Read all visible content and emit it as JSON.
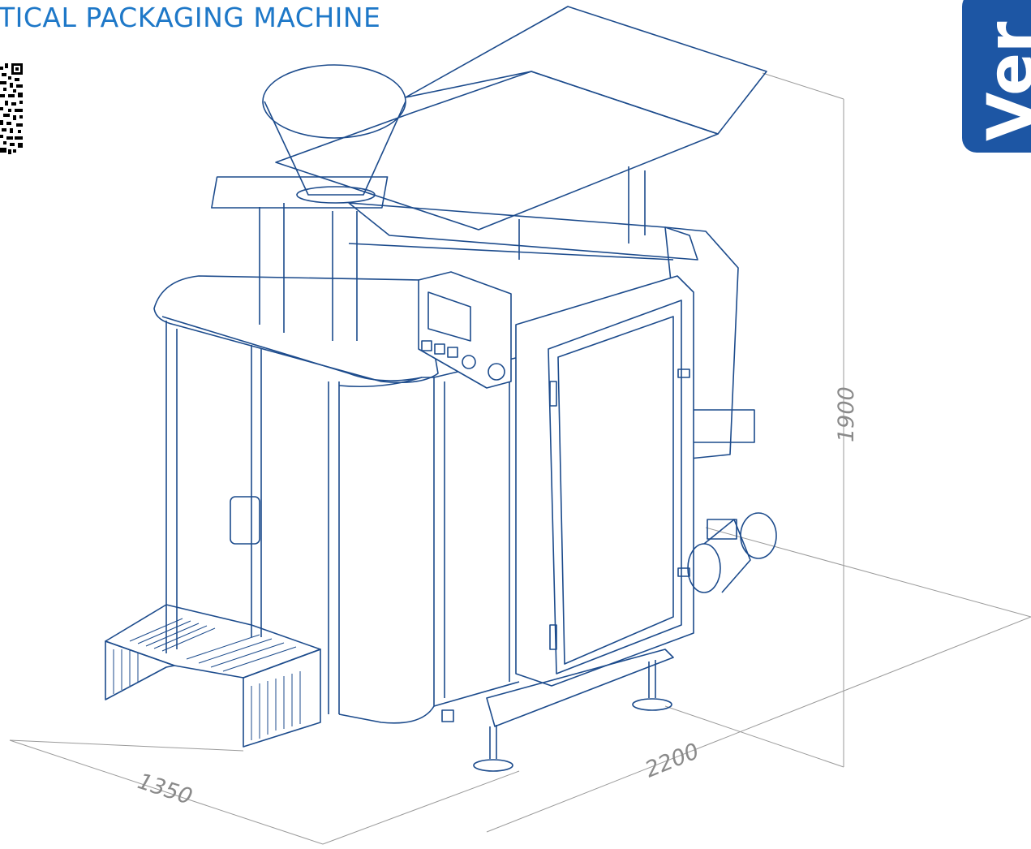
{
  "title": "TICAL PACKAGING MACHINE",
  "brand": {
    "text": "Ver",
    "color": "#1d56a4"
  },
  "accent_color": "#1e78c8",
  "line_color": "#1c4b8c",
  "dimensions": {
    "depth": "1350",
    "width": "2200",
    "height": "1900"
  },
  "icons": [
    "qr-code-icon",
    "brand-logo"
  ]
}
